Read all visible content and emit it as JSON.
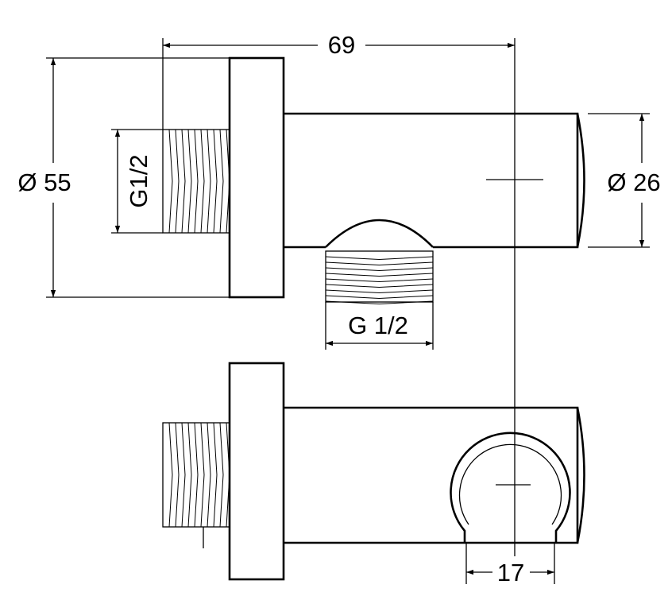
{
  "dimensions": {
    "length": "69",
    "flange_diameter": "Ø 55",
    "body_diameter": "Ø 26",
    "inlet_thread": "G1/2",
    "outlet_thread": "G 1/2",
    "holder_width": "17"
  }
}
